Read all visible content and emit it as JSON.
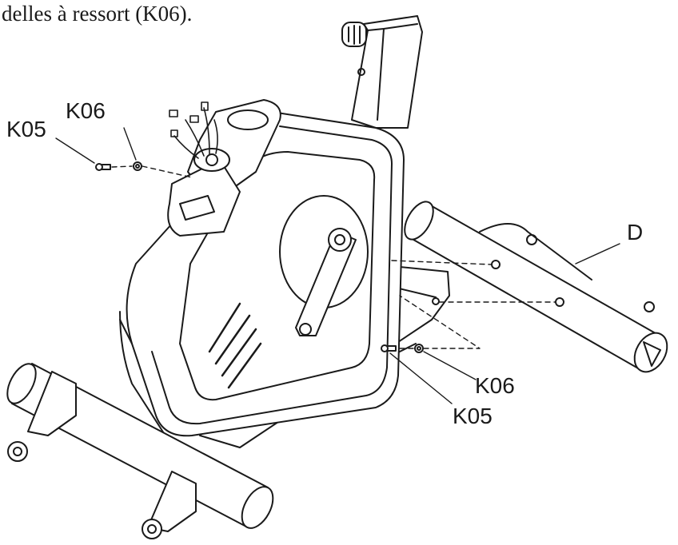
{
  "caption": "delles à ressort (K06).",
  "labels": {
    "k05_top": "K05",
    "k06_top": "K06",
    "d": "D",
    "k06_bottom": "K06",
    "k05_bottom": "K05"
  },
  "colors": {
    "ink": "#1a1a1a",
    "paper": "#ffffff"
  }
}
